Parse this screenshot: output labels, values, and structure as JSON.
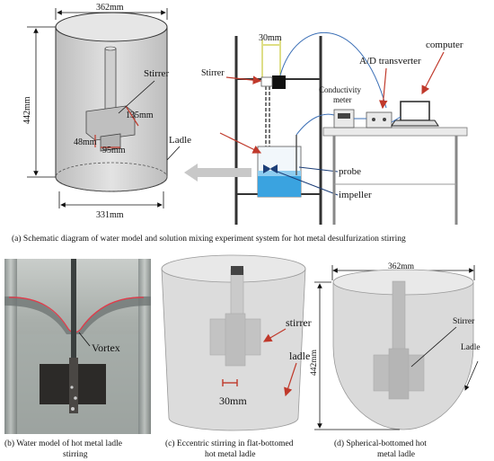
{
  "panel_a": {
    "dim_top": "362mm",
    "dim_height": "442mm",
    "dim_bottom": "331mm",
    "dim_135": "135mm",
    "dim_48": "48mm",
    "dim_95": "95mm",
    "dim_30": "30mm",
    "label_stirrer": "Stirrer",
    "label_ladle": "Ladle",
    "label_conductivity": "Conductivity",
    "label_meter": "meter",
    "label_ad": "A/D transverter",
    "label_computer": "computer",
    "label_probe": "probe",
    "label_impeller": "impeller",
    "caption": "(a) Schematic diagram of water model and solution mixing experiment system for hot metal desulfurization stirring"
  },
  "panel_b": {
    "label_vortex": "Vortex",
    "caption_1": "(b) Water model of hot metal ladle",
    "caption_2": "stirring"
  },
  "panel_c": {
    "label_stirrer": "stirrer",
    "label_ladle": "ladle",
    "dim_30": "30mm",
    "caption_1": "(c) Eccentric stirring in flat-bottomed",
    "caption_2": "hot metal ladle"
  },
  "panel_d": {
    "dim_top": "362mm",
    "dim_height": "442mm",
    "label_stirrer": "Stirrer",
    "label_ladle": "Ladle",
    "caption_1": "(d) Spherical-bottomed hot",
    "caption_2": "metal ladle"
  },
  "colors": {
    "vessel_fill": "#d9d9d9",
    "water": "#3aa3e0",
    "red_arrow": "#c0392b",
    "blue_cable": "#3b6fb6"
  }
}
